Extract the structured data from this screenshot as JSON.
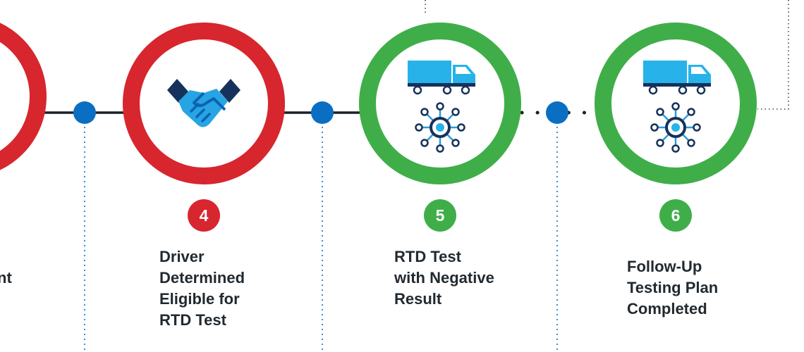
{
  "colors": {
    "red": "#d7262e",
    "green": "#3fae49",
    "node_blue": "#0a6fc2",
    "line": "#1b2128",
    "dot_line": "#3a8fd0",
    "truck_blue": "#27b3ea",
    "navy": "#16325c"
  },
  "steps": [
    {
      "badge": "",
      "label_lines": [
        "nt"
      ],
      "color": "red",
      "icon": "partial-step-icon"
    },
    {
      "badge": "4",
      "label_lines": [
        "Driver",
        "Determined",
        "Eligible for",
        "RTD Test"
      ],
      "color": "red",
      "icon": "handshake-icon"
    },
    {
      "badge": "5",
      "label_lines": [
        "RTD Test",
        "with Negative",
        "Result"
      ],
      "color": "green",
      "icon": "truck-and-virus-icon"
    },
    {
      "badge": "6",
      "label_lines": [
        "Follow-Up",
        "Testing Plan",
        "Completed"
      ],
      "color": "green",
      "icon": "truck-and-virus-icon"
    }
  ]
}
